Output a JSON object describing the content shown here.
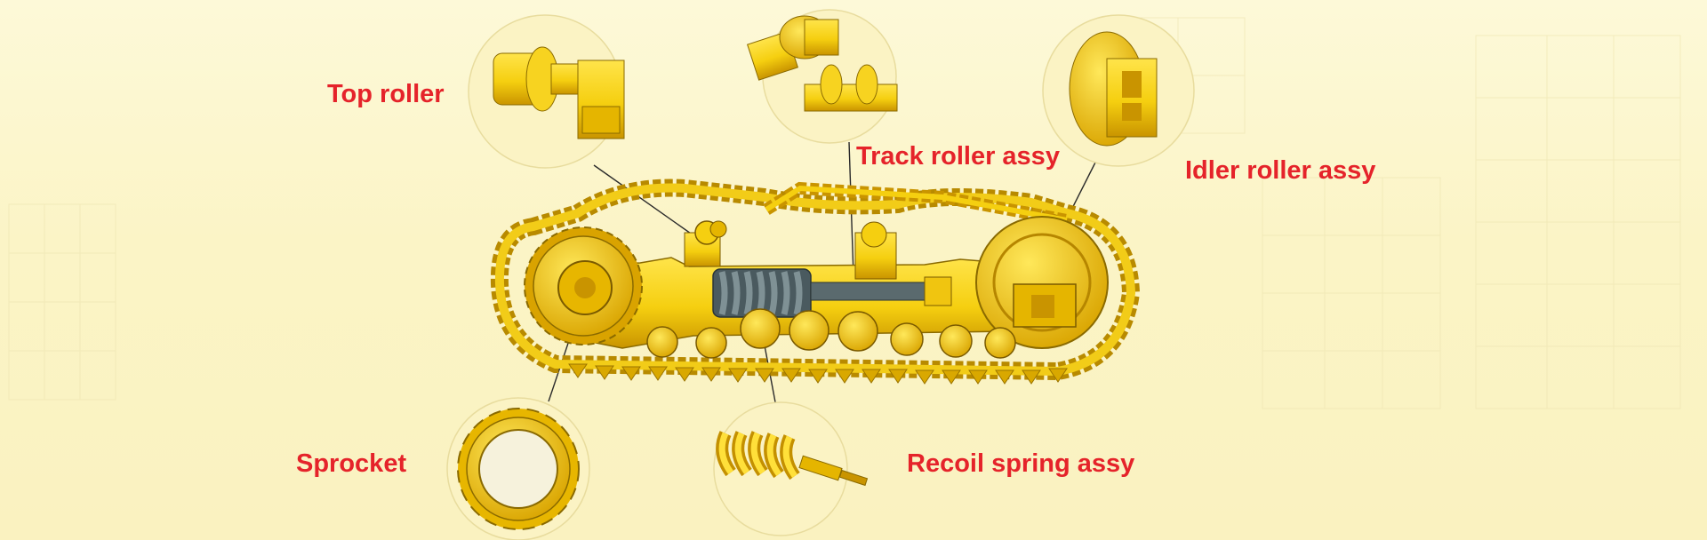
{
  "labels": {
    "top_roller": "Top roller",
    "track_roller": "Track roller assy",
    "idler_roller": "Idler roller assy",
    "sprocket": "Sprocket",
    "recoil_spring": "Recoil spring assy"
  },
  "colors": {
    "label": "#e5232a",
    "part_yellow": "#f5cf10",
    "part_dark": "#c99400",
    "callout_circle": "#fbf3c4",
    "callout_border": "#e8dc9e",
    "leader_line": "#2a2a2a",
    "background": "#fdf9d8"
  }
}
